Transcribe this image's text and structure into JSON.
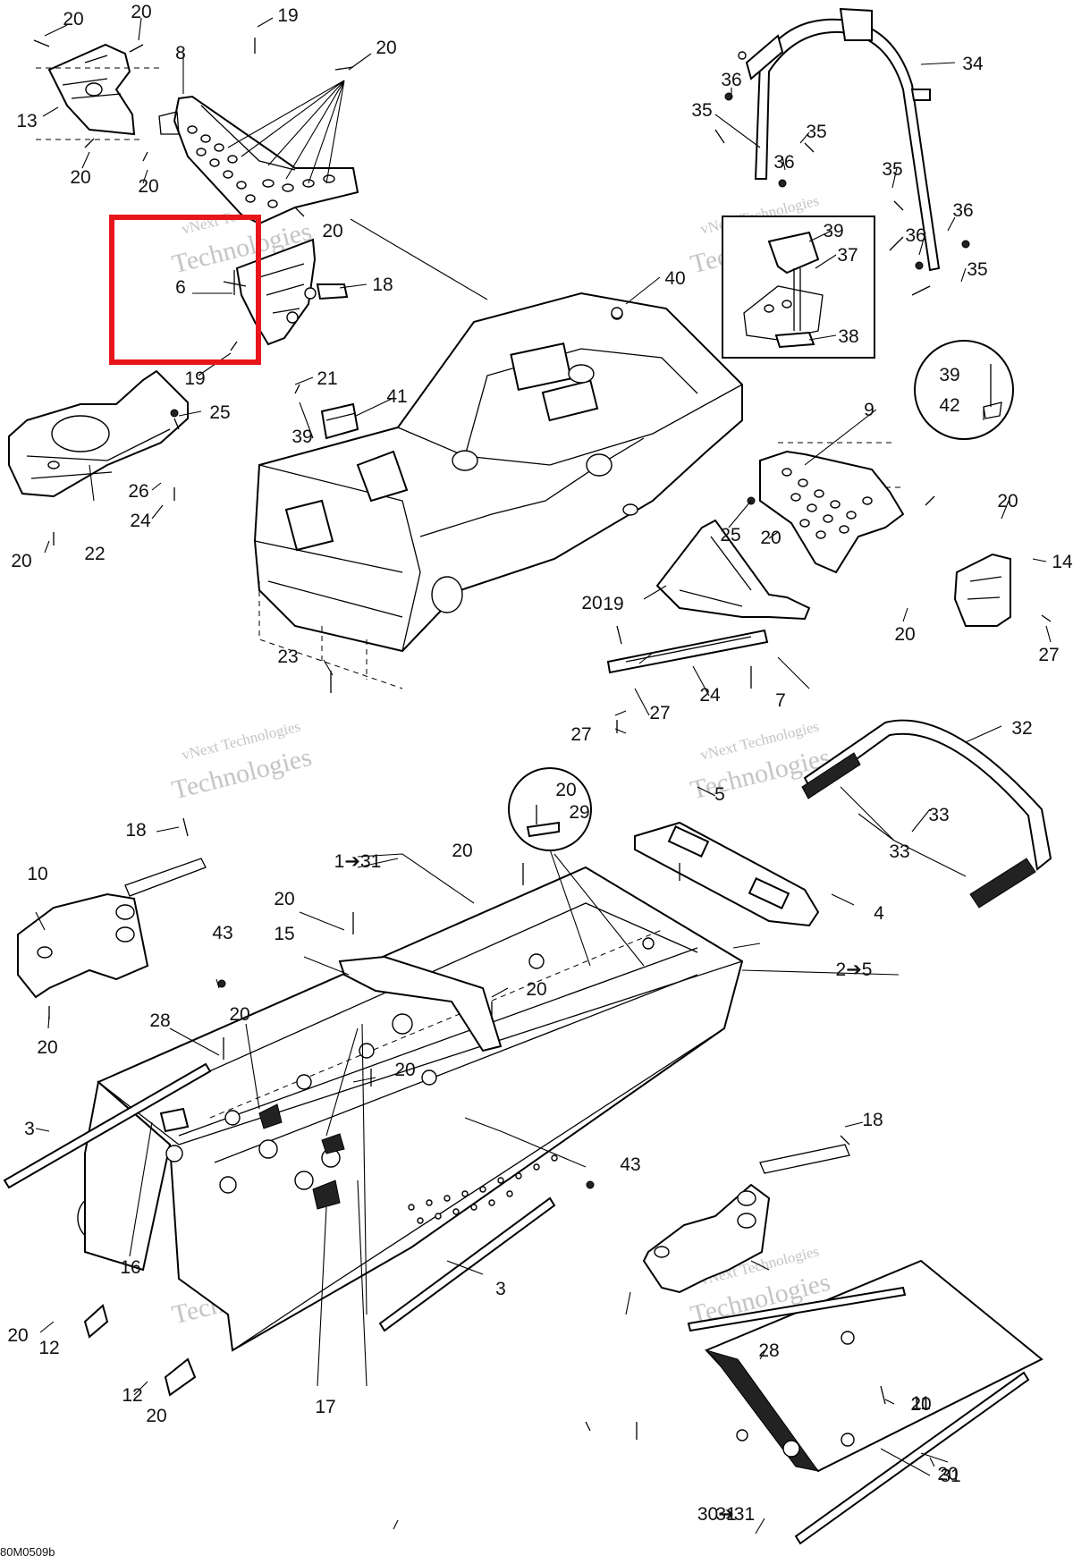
{
  "callouts": [
    "20",
    "20",
    "19",
    "20",
    "13",
    "8",
    "20",
    "20",
    "20",
    "6",
    "18",
    "19",
    "21",
    "25",
    "26",
    "24",
    "20",
    "22",
    "39",
    "41",
    "40",
    "34",
    "36",
    "35",
    "35",
    "36",
    "35",
    "36",
    "36",
    "35",
    "39",
    "37",
    "38",
    "39",
    "42",
    "9",
    "25",
    "20",
    "20",
    "14",
    "19",
    "20",
    "20",
    "27",
    "23",
    "24",
    "7",
    "27",
    "27",
    "32",
    "5",
    "33",
    "33",
    "18",
    "10",
    "20",
    "20",
    "29",
    "1➔31",
    "20",
    "20",
    "4",
    "15",
    "43",
    "2➔5",
    "20",
    "28",
    "20",
    "20",
    "3",
    "16",
    "43",
    "18",
    "3",
    "20",
    "12",
    "12",
    "20",
    "17",
    "28",
    "11",
    "20",
    "31",
    "20",
    "31",
    "30➔31"
  ],
  "watermark": {
    "line1": "vNext Technologies",
    "line2": "Technologies"
  },
  "diagram_code": "80M0509b",
  "highlight_color": "#e8151b"
}
